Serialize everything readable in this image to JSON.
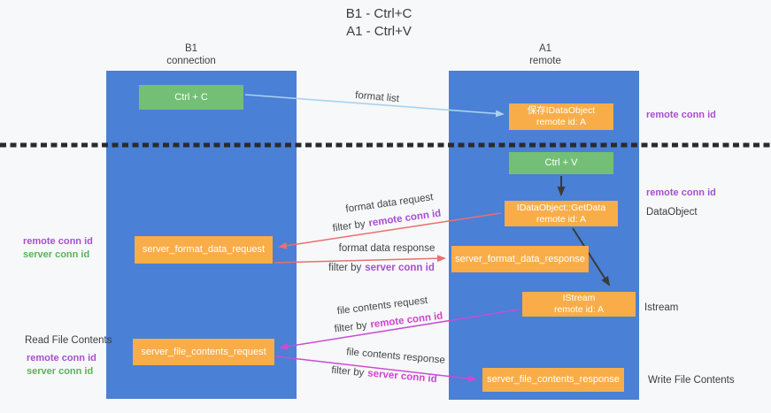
{
  "title": {
    "line1": "B1 - Ctrl+C",
    "line2": "A1 - Ctrl+V"
  },
  "lanes": {
    "left": {
      "name": "B1",
      "role": "connection"
    },
    "right": {
      "name": "A1",
      "role": "remote"
    }
  },
  "nodes": {
    "ctrl_c": {
      "label": "Ctrl + C"
    },
    "save_idataobject": {
      "line1": "保存IDataObject",
      "line2": "remote id: A"
    },
    "ctrl_v": {
      "label": "Ctrl + V"
    },
    "getdata": {
      "line1": "IDataObject::GetData",
      "line2": "remote id: A"
    },
    "format_request": {
      "label": "server_format_data_request"
    },
    "format_response": {
      "label": "server_format_data_response"
    },
    "istream": {
      "line1": "IStream",
      "line2": "remote id: A"
    },
    "file_request": {
      "label": "server_file_contents_request"
    },
    "file_response": {
      "label": "server_file_contents_response"
    }
  },
  "flow_labels": {
    "format_list": "format list",
    "format_request_title": "format data request",
    "format_request_filter_prefix": "filter by",
    "format_request_filter_key": "remote conn id",
    "format_response_title": "format data response",
    "format_response_filter_prefix": "filter by",
    "format_response_filter_key": "server conn id",
    "file_request_title": "file contents request",
    "file_request_filter_prefix": "filter by",
    "file_request_filter_key": "remote conn id",
    "file_response_title": "file contents response",
    "file_response_filter_prefix": "filter by",
    "file_response_filter_key": "server conn id"
  },
  "side_labels": {
    "right_remote_conn_id_top": "remote conn id",
    "right_remote_conn_id_mid": "remote conn id",
    "right_dataobject": "DataObject",
    "right_istream": "Istream",
    "right_write_file_contents": "Write File Contents",
    "left_remote_conn_id_1": "remote conn id",
    "left_server_conn_id_1": "server conn id",
    "left_read_file_contents": "Read File Contents",
    "left_remote_conn_id_2": "remote conn id",
    "left_server_conn_id_2": "server conn id"
  },
  "colors": {
    "background": "#f7f8f9",
    "lane_blue": "#4a80d5",
    "node_green": "#74bf76",
    "node_orange": "#f9ad49",
    "arrow_light_blue": "#a9d2ee",
    "arrow_black": "#3a3a3a",
    "arrow_red": "#e87070",
    "arrow_magenta": "#cb4cd4",
    "label_purple": "#a84fd0",
    "label_magenta": "#cf43cf",
    "label_green": "#57b457",
    "text_dark": "#3c3c3c",
    "dashed_line": "#2b2b2b"
  }
}
